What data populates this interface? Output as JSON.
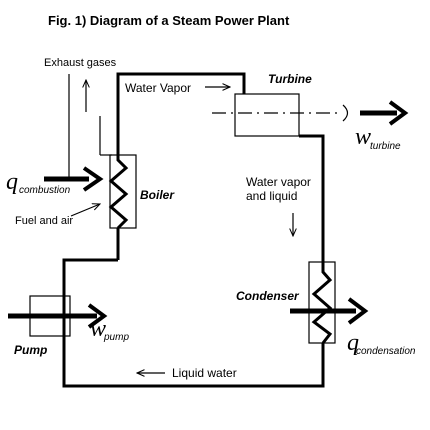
{
  "title": "Fig. 1) Diagram of a Steam Power Plant",
  "labels": {
    "exhaust_gases": "Exhaust gases",
    "water_vapor_top": "Water Vapor",
    "turbine": "Turbine",
    "boiler": "Boiler",
    "fuel_and_air": "Fuel and air",
    "water_vapor_and": "Water vapor",
    "and_liquid": "and liquid",
    "condenser": "Condenser",
    "pump": "Pump",
    "liquid_water": "Liquid water"
  },
  "symbols": {
    "q_combustion": {
      "symbol": "q",
      "subscript": "combustion"
    },
    "w_turbine": {
      "symbol": "w",
      "subscript": "turbine"
    },
    "w_pump": {
      "symbol": "w",
      "subscript": "pump"
    },
    "q_condensation": {
      "symbol": "q",
      "subscript": "condensation"
    }
  }
}
